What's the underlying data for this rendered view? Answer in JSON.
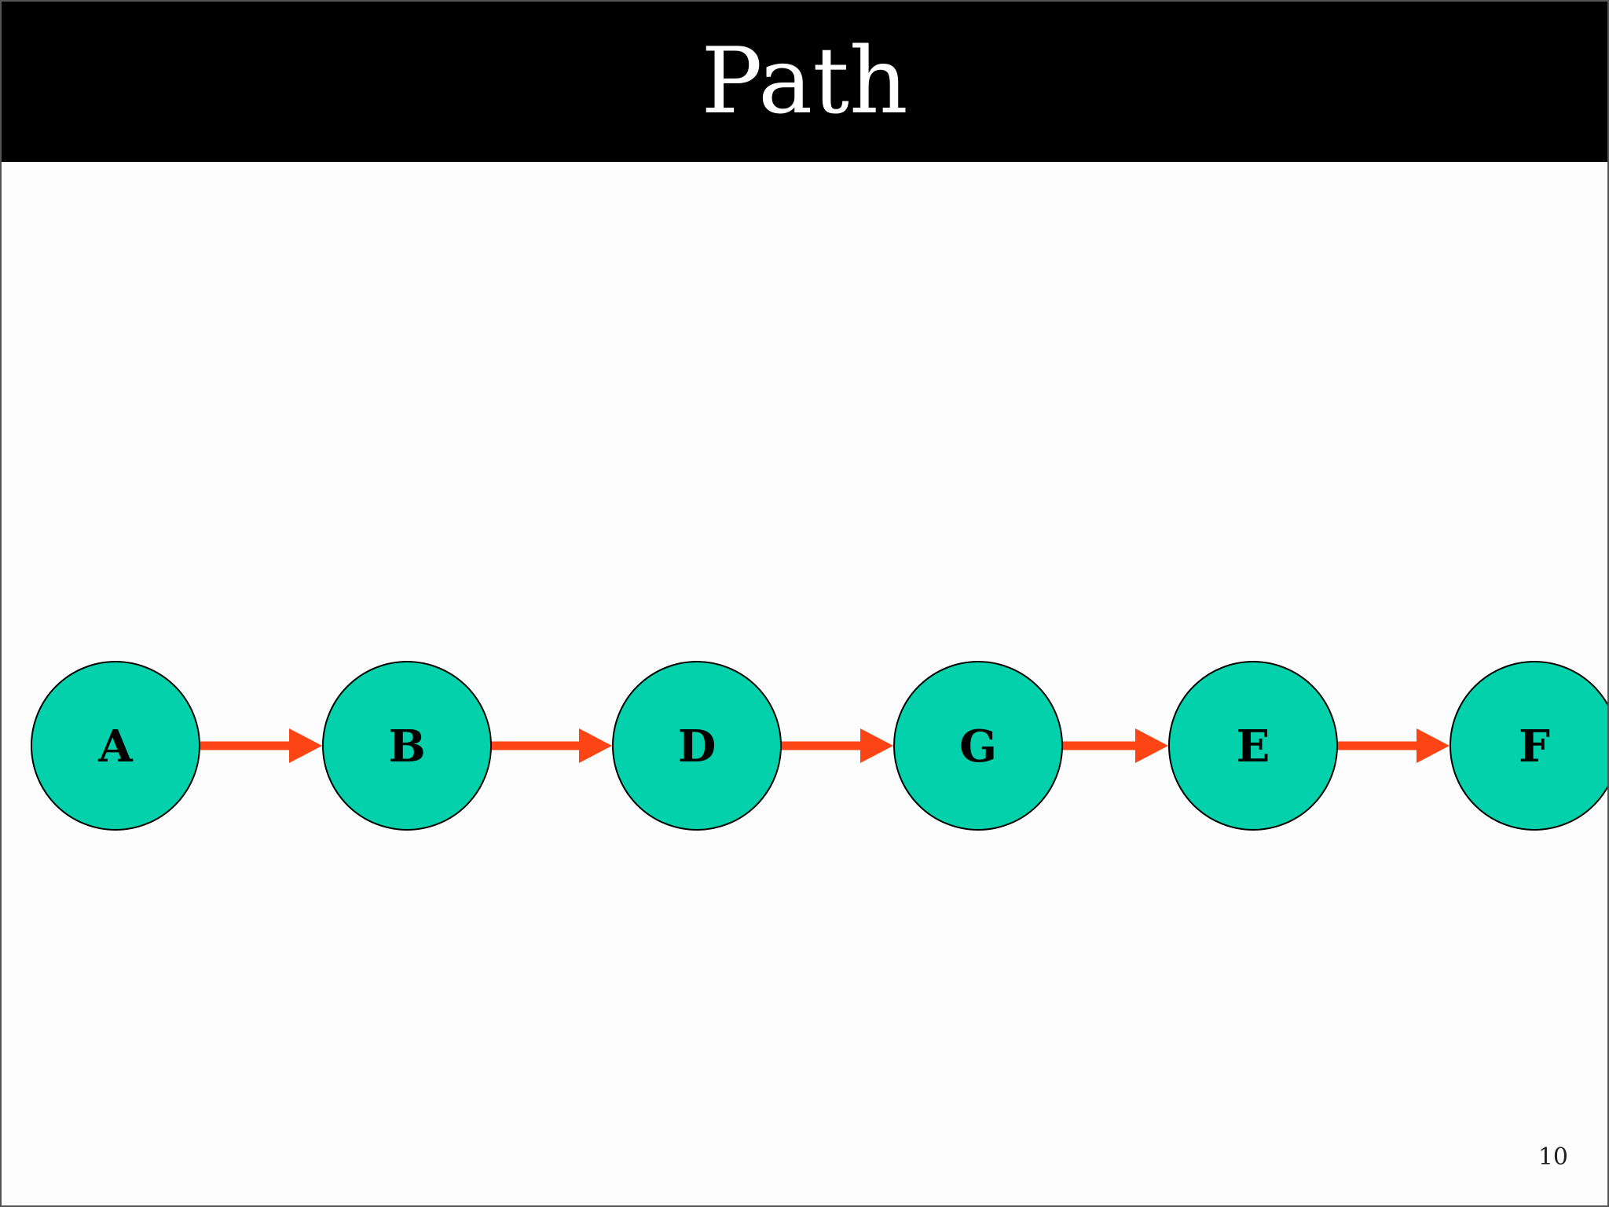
{
  "slide": {
    "title": "Path",
    "page_number": "10"
  },
  "colors": {
    "title_bar": "#000000",
    "title_text": "#ffffff",
    "node_fill": "#02d1ab",
    "node_stroke": "#000000",
    "arrow": "#fc4414",
    "label": "#000000"
  },
  "diagram": {
    "nodes": [
      {
        "id": "A",
        "label": "A"
      },
      {
        "id": "B",
        "label": "B"
      },
      {
        "id": "D",
        "label": "D"
      },
      {
        "id": "G",
        "label": "G"
      },
      {
        "id": "E",
        "label": "E"
      },
      {
        "id": "F",
        "label": "F"
      }
    ],
    "edges": [
      {
        "from": "A",
        "to": "B"
      },
      {
        "from": "B",
        "to": "D"
      },
      {
        "from": "D",
        "to": "G"
      },
      {
        "from": "G",
        "to": "E"
      },
      {
        "from": "E",
        "to": "F"
      }
    ]
  }
}
